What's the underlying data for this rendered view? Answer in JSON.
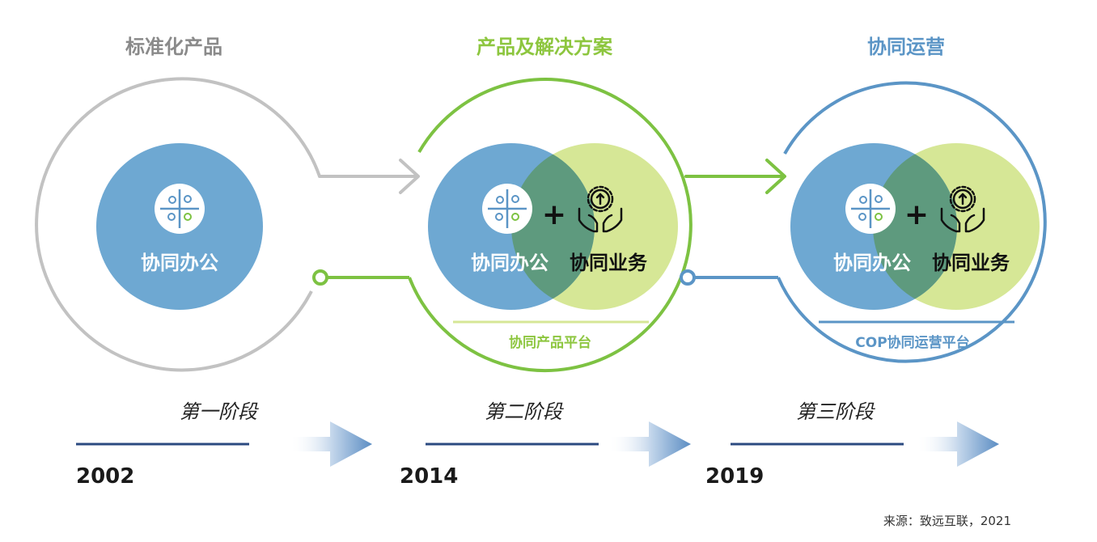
{
  "colors": {
    "gray": "#c2c2c2",
    "gray_text": "#8a8a8a",
    "green": "#7dc242",
    "green_text": "#8dc63f",
    "blue": "#5b95c6",
    "blue_text": "#5b95c6",
    "circle_blue": "#6ea8d2",
    "circle_green": "#d6e796",
    "overlap": "#5e9a7e",
    "dark_navy": "#2b4a80"
  },
  "phases": [
    {
      "title": "标准化产品",
      "circles": [
        "协同办公"
      ],
      "icons": [
        "puzzle-icon"
      ]
    },
    {
      "title": "产品及解决方案",
      "circles": [
        "协同办公",
        "协同业务"
      ],
      "icons": [
        "puzzle-icon",
        "gear-hands-icon"
      ],
      "plus": "+",
      "platform": "协同产品平台"
    },
    {
      "title": "协同运营",
      "circles": [
        "协同办公",
        "协同业务"
      ],
      "icons": [
        "puzzle-icon",
        "gear-hands-icon"
      ],
      "plus": "+",
      "platform": "COP协同运营平台"
    }
  ],
  "timeline": [
    {
      "stage": "第一阶段",
      "year": "2002"
    },
    {
      "stage": "第二阶段",
      "year": "2014"
    },
    {
      "stage": "第三阶段",
      "year": "2019"
    }
  ],
  "source": "来源：致远互联，2021"
}
